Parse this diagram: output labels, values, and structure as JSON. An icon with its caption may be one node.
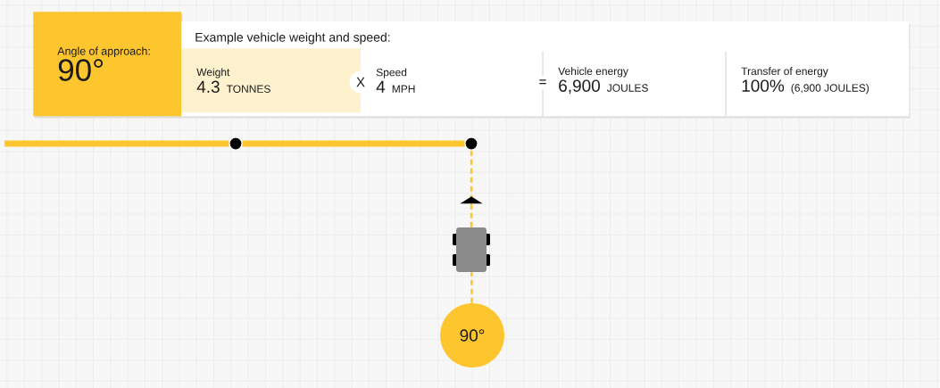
{
  "diagram": {
    "nodes": [
      {
        "text": [
          "Angle of approach:",
          "90°"
        ]
      },
      {
        "text": [
          "Example vehicle weight and speed:"
        ]
      },
      {
        "text": [
          "Weight",
          "4.3",
          "TONNES"
        ],
        "in": 1
      },
      {
        "text": [
          "X"
        ],
        "in": 1
      },
      {
        "text": [
          "Speed",
          "4",
          "MPH"
        ],
        "in": 1
      },
      {
        "text": [
          "="
        ],
        "in": 1
      },
      {
        "text": [
          "Vehicle energy",
          "6,900",
          "JOULES"
        ],
        "in": 1
      },
      {
        "text": [
          "Transfer of energy",
          "100%",
          "(6,900 JOULES)"
        ],
        "in": 1
      },
      {
        "text": [],
        "shape": "circle"
      },
      {
        "text": [],
        "shape": "circle"
      },
      {
        "text": [],
        "shape": "box"
      },
      {
        "text": [
          "90°"
        ]
      }
    ],
    "edges": [
      {
        "from": null,
        "to": 8,
        "arrow": "none",
        "style": "thick"
      },
      {
        "from": 8,
        "to": 9,
        "arrow": "none",
        "style": "thick"
      },
      {
        "from": 11,
        "to": 10,
        "arrow": "none",
        "style": "dashed"
      },
      {
        "from": 10,
        "to": 9,
        "arrow": "to",
        "style": "dashed"
      }
    ]
  }
}
